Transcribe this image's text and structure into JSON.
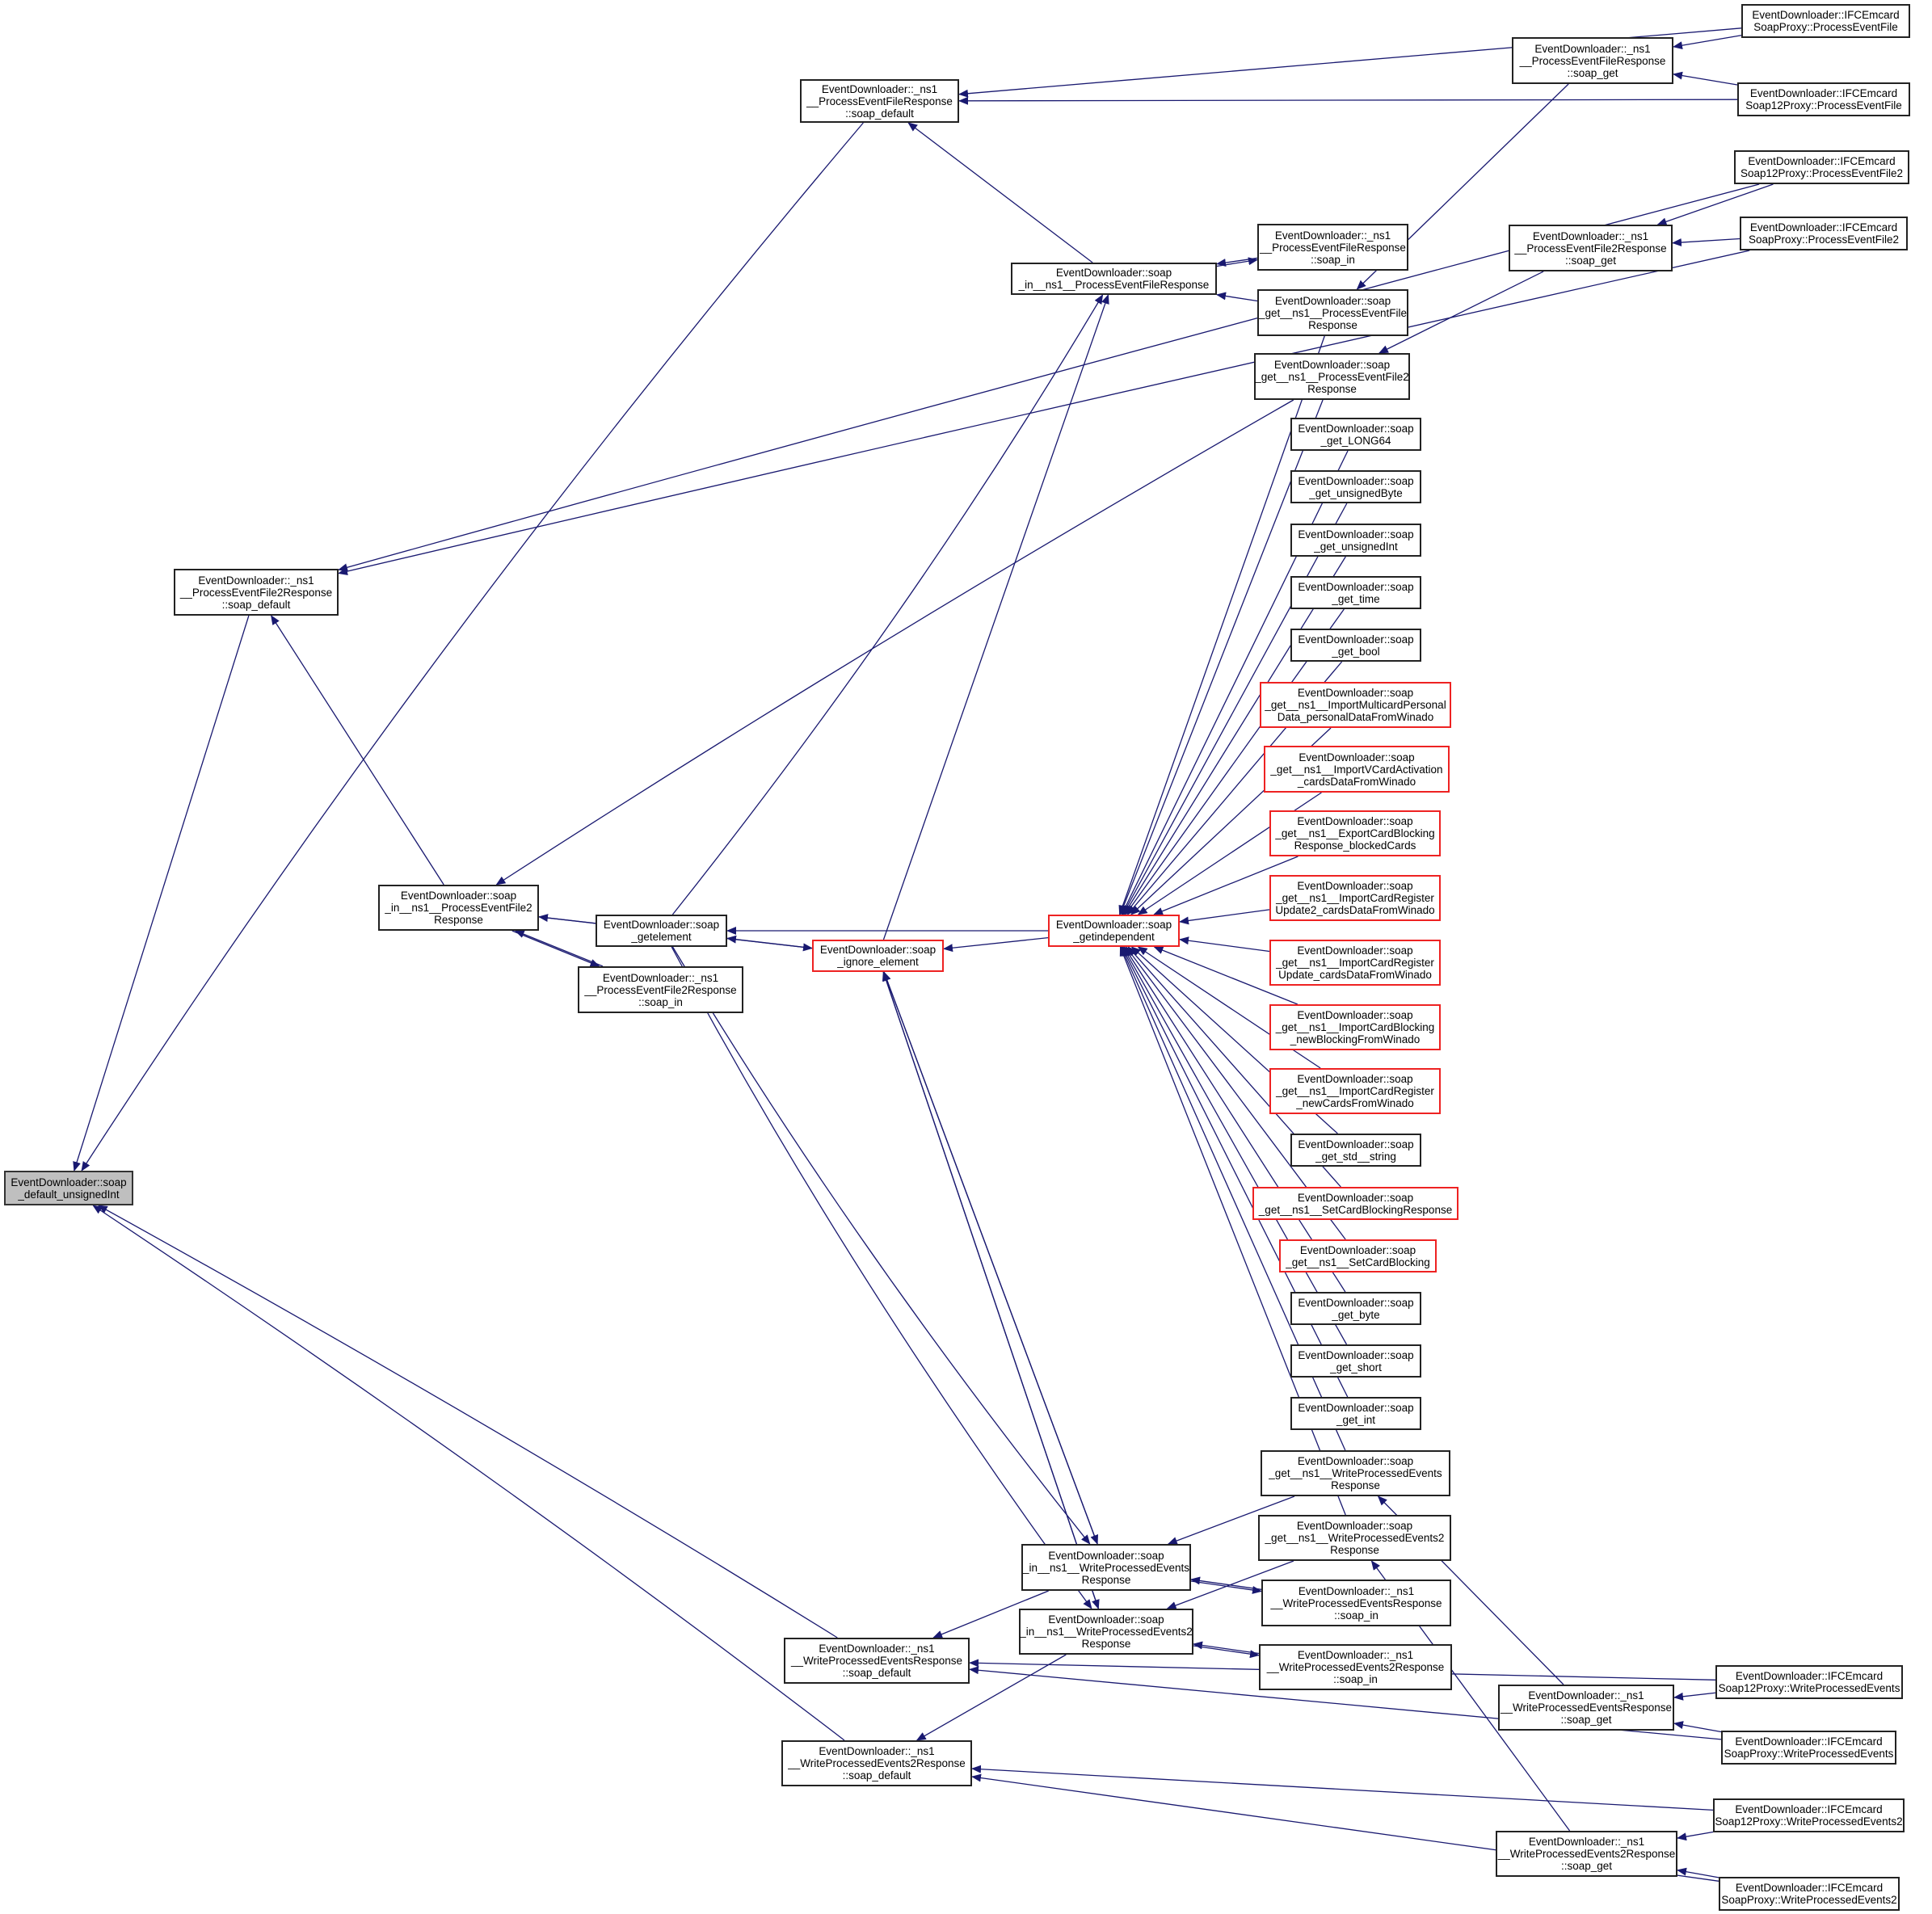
{
  "graph": {
    "title": "Caller graph: EventDownloader::soap_default_unsignedInt",
    "edge_color": "#191970",
    "colors": {
      "normal_border": "#222222",
      "truncated_border": "#ee2222",
      "root_fill": "#bfbfbf"
    },
    "nodes": [
      {
        "id": "root",
        "lines": [
          "EventDownloader::soap",
          "_default_unsignedInt"
        ],
        "style": "root"
      },
      {
        "id": "pefr_default",
        "lines": [
          "EventDownloader::_ns1",
          "__ProcessEventFileResponse",
          "::soap_default"
        ],
        "style": "normal"
      },
      {
        "id": "pef2r_default",
        "lines": [
          "EventDownloader::_ns1",
          "__ProcessEventFile2Response",
          "::soap_default"
        ],
        "style": "normal"
      },
      {
        "id": "in_pef2r",
        "lines": [
          "EventDownloader::soap",
          "_in__ns1__ProcessEventFile2",
          "Response"
        ],
        "style": "normal"
      },
      {
        "id": "getelement",
        "lines": [
          "EventDownloader::soap",
          "_getelement"
        ],
        "style": "normal"
      },
      {
        "id": "pef2r_in",
        "lines": [
          "EventDownloader::_ns1",
          "__ProcessEventFile2Response",
          "::soap_in"
        ],
        "style": "normal"
      },
      {
        "id": "ignore_element",
        "lines": [
          "EventDownloader::soap",
          "_ignore_element"
        ],
        "style": "red"
      },
      {
        "id": "getindependent",
        "lines": [
          "EventDownloader::soap",
          "_getindependent"
        ],
        "style": "red"
      },
      {
        "id": "in_pefr",
        "lines": [
          "EventDownloader::soap",
          "_in__ns1__ProcessEventFileResponse"
        ],
        "style": "normal"
      },
      {
        "id": "pefr_in",
        "lines": [
          "EventDownloader::_ns1",
          "__ProcessEventFileResponse",
          "::soap_in"
        ],
        "style": "normal"
      },
      {
        "id": "get_pefr",
        "lines": [
          "EventDownloader::soap",
          "_get__ns1__ProcessEventFile",
          "Response"
        ],
        "style": "normal"
      },
      {
        "id": "get_pef2r",
        "lines": [
          "EventDownloader::soap",
          "_get__ns1__ProcessEventFile2",
          "Response"
        ],
        "style": "normal"
      },
      {
        "id": "pefr_get",
        "lines": [
          "EventDownloader::_ns1",
          "__ProcessEventFileResponse",
          "::soap_get"
        ],
        "style": "normal"
      },
      {
        "id": "pef2r_get",
        "lines": [
          "EventDownloader::_ns1",
          "__ProcessEventFile2Response",
          "::soap_get"
        ],
        "style": "normal"
      },
      {
        "id": "proxy_pef",
        "lines": [
          "EventDownloader::IFCEmcard",
          "SoapProxy::ProcessEventFile"
        ],
        "style": "normal"
      },
      {
        "id": "proxy12_pef",
        "lines": [
          "EventDownloader::IFCEmcard",
          "Soap12Proxy::ProcessEventFile"
        ],
        "style": "normal"
      },
      {
        "id": "proxy12_pef2",
        "lines": [
          "EventDownloader::IFCEmcard",
          "Soap12Proxy::ProcessEventFile2"
        ],
        "style": "normal"
      },
      {
        "id": "proxy_pef2",
        "lines": [
          "EventDownloader::IFCEmcard",
          "SoapProxy::ProcessEventFile2"
        ],
        "style": "normal"
      },
      {
        "id": "get_long64",
        "lines": [
          "EventDownloader::soap",
          "_get_LONG64"
        ],
        "style": "normal"
      },
      {
        "id": "get_ubyte",
        "lines": [
          "EventDownloader::soap",
          "_get_unsignedByte"
        ],
        "style": "normal"
      },
      {
        "id": "get_uint",
        "lines": [
          "EventDownloader::soap",
          "_get_unsignedInt"
        ],
        "style": "normal"
      },
      {
        "id": "get_time",
        "lines": [
          "EventDownloader::soap",
          "_get_time"
        ],
        "style": "normal"
      },
      {
        "id": "get_bool",
        "lines": [
          "EventDownloader::soap",
          "_get_bool"
        ],
        "style": "normal"
      },
      {
        "id": "get_multicard",
        "lines": [
          "EventDownloader::soap",
          "_get__ns1__ImportMulticardPersonal",
          "Data_personalDataFromWinado"
        ],
        "style": "red"
      },
      {
        "id": "get_vcard",
        "lines": [
          "EventDownloader::soap",
          "_get__ns1__ImportVCardActivation",
          "_cardsDataFromWinado"
        ],
        "style": "red"
      },
      {
        "id": "get_exportblocking",
        "lines": [
          "EventDownloader::soap",
          "_get__ns1__ExportCardBlocking",
          "Response_blockedCards"
        ],
        "style": "red"
      },
      {
        "id": "get_regupd2",
        "lines": [
          "EventDownloader::soap",
          "_get__ns1__ImportCardRegister",
          "Update2_cardsDataFromWinado"
        ],
        "style": "red"
      },
      {
        "id": "get_regupd",
        "lines": [
          "EventDownloader::soap",
          "_get__ns1__ImportCardRegister",
          "Update_cardsDataFromWinado"
        ],
        "style": "red"
      },
      {
        "id": "get_newblocking",
        "lines": [
          "EventDownloader::soap",
          "_get__ns1__ImportCardBlocking",
          "_newBlockingFromWinado"
        ],
        "style": "red"
      },
      {
        "id": "get_newcards",
        "lines": [
          "EventDownloader::soap",
          "_get__ns1__ImportCardRegister",
          "_newCardsFromWinado"
        ],
        "style": "red"
      },
      {
        "id": "get_stdstring",
        "lines": [
          "EventDownloader::soap",
          "_get_std__string"
        ],
        "style": "normal"
      },
      {
        "id": "get_setblockresp",
        "lines": [
          "EventDownloader::soap",
          "_get__ns1__SetCardBlockingResponse"
        ],
        "style": "red"
      },
      {
        "id": "get_setblock",
        "lines": [
          "EventDownloader::soap",
          "_get__ns1__SetCardBlocking"
        ],
        "style": "red"
      },
      {
        "id": "get_byte",
        "lines": [
          "EventDownloader::soap",
          "_get_byte"
        ],
        "style": "normal"
      },
      {
        "id": "get_short",
        "lines": [
          "EventDownloader::soap",
          "_get_short"
        ],
        "style": "normal"
      },
      {
        "id": "get_int",
        "lines": [
          "EventDownloader::soap",
          "_get_int"
        ],
        "style": "normal"
      },
      {
        "id": "get_wper",
        "lines": [
          "EventDownloader::soap",
          "_get__ns1__WriteProcessedEvents",
          "Response"
        ],
        "style": "normal"
      },
      {
        "id": "get_wpe2r",
        "lines": [
          "EventDownloader::soap",
          "_get__ns1__WriteProcessedEvents2",
          "Response"
        ],
        "style": "normal"
      },
      {
        "id": "in_wper",
        "lines": [
          "EventDownloader::soap",
          "_in__ns1__WriteProcessedEvents",
          "Response"
        ],
        "style": "normal"
      },
      {
        "id": "wper_in",
        "lines": [
          "EventDownloader::_ns1",
          "__WriteProcessedEventsResponse",
          "::soap_in"
        ],
        "style": "normal"
      },
      {
        "id": "in_wpe2r",
        "lines": [
          "EventDownloader::soap",
          "_in__ns1__WriteProcessedEvents2",
          "Response"
        ],
        "style": "normal"
      },
      {
        "id": "wpe2r_in",
        "lines": [
          "EventDownloader::_ns1",
          "__WriteProcessedEvents2Response",
          "::soap_in"
        ],
        "style": "normal"
      },
      {
        "id": "wper_default",
        "lines": [
          "EventDownloader::_ns1",
          "__WriteProcessedEventsResponse",
          "::soap_default"
        ],
        "style": "normal"
      },
      {
        "id": "wpe2r_default",
        "lines": [
          "EventDownloader::_ns1",
          "__WriteProcessedEvents2Response",
          "::soap_default"
        ],
        "style": "normal"
      },
      {
        "id": "wper_get",
        "lines": [
          "EventDownloader::_ns1",
          "__WriteProcessedEventsResponse",
          "::soap_get"
        ],
        "style": "normal"
      },
      {
        "id": "wpe2r_get",
        "lines": [
          "EventDownloader::_ns1",
          "__WriteProcessedEvents2Response",
          "::soap_get"
        ],
        "style": "normal"
      },
      {
        "id": "proxy12_wpe",
        "lines": [
          "EventDownloader::IFCEmcard",
          "Soap12Proxy::WriteProcessedEvents"
        ],
        "style": "normal"
      },
      {
        "id": "proxy_wpe",
        "lines": [
          "EventDownloader::IFCEmcard",
          "SoapProxy::WriteProcessedEvents"
        ],
        "style": "normal"
      },
      {
        "id": "proxy12_wpe2",
        "lines": [
          "EventDownloader::IFCEmcard",
          "Soap12Proxy::WriteProcessedEvents2"
        ],
        "style": "normal"
      },
      {
        "id": "proxy_wpe2",
        "lines": [
          "EventDownloader::IFCEmcard",
          "SoapProxy::WriteProcessedEvents2"
        ],
        "style": "normal"
      }
    ],
    "edges": [
      [
        "pefr_default",
        "root"
      ],
      [
        "pef2r_default",
        "root"
      ],
      [
        "wper_default",
        "root"
      ],
      [
        "wpe2r_default",
        "root"
      ],
      [
        "proxy_pef",
        "pefr_default"
      ],
      [
        "proxy12_pef",
        "pefr_default"
      ],
      [
        "in_pefr",
        "pefr_default"
      ],
      [
        "proxy_pef",
        "pefr_get"
      ],
      [
        "proxy12_pef",
        "pefr_get"
      ],
      [
        "proxy12_pef2",
        "pef2r_default"
      ],
      [
        "proxy_pef2",
        "pef2r_default"
      ],
      [
        "in_pef2r",
        "pef2r_default"
      ],
      [
        "proxy12_pef2",
        "pef2r_get"
      ],
      [
        "proxy_pef2",
        "pef2r_get"
      ],
      [
        "pefr_in",
        "in_pefr"
      ],
      [
        "in_pefr",
        "pefr_in"
      ],
      [
        "get_pefr",
        "in_pefr"
      ],
      [
        "pefr_get",
        "get_pefr"
      ],
      [
        "pef2r_get",
        "get_pef2r"
      ],
      [
        "get_pef2r",
        "in_pef2r"
      ],
      [
        "getelement",
        "in_pef2r"
      ],
      [
        "pef2r_in",
        "in_pef2r"
      ],
      [
        "in_pef2r",
        "pef2r_in"
      ],
      [
        "getelement",
        "in_pefr"
      ],
      [
        "ignore_element",
        "in_pefr"
      ],
      [
        "in_pef2r",
        "ignore_element"
      ],
      [
        "ignore_element",
        "getelement"
      ],
      [
        "getindependent",
        "getelement"
      ],
      [
        "getindependent",
        "ignore_element"
      ],
      [
        "get_pefr",
        "getindependent"
      ],
      [
        "get_pef2r",
        "getindependent"
      ],
      [
        "get_long64",
        "getindependent"
      ],
      [
        "get_ubyte",
        "getindependent"
      ],
      [
        "get_uint",
        "getindependent"
      ],
      [
        "get_time",
        "getindependent"
      ],
      [
        "get_bool",
        "getindependent"
      ],
      [
        "get_multicard",
        "getindependent"
      ],
      [
        "get_vcard",
        "getindependent"
      ],
      [
        "get_exportblocking",
        "getindependent"
      ],
      [
        "get_regupd2",
        "getindependent"
      ],
      [
        "get_regupd",
        "getindependent"
      ],
      [
        "get_newblocking",
        "getindependent"
      ],
      [
        "get_newcards",
        "getindependent"
      ],
      [
        "get_stdstring",
        "getindependent"
      ],
      [
        "get_setblockresp",
        "getindependent"
      ],
      [
        "get_setblock",
        "getindependent"
      ],
      [
        "get_byte",
        "getindependent"
      ],
      [
        "get_short",
        "getindependent"
      ],
      [
        "get_int",
        "getindependent"
      ],
      [
        "get_wper",
        "getindependent"
      ],
      [
        "get_wpe2r",
        "getindependent"
      ],
      [
        "getelement",
        "in_wper"
      ],
      [
        "getelement",
        "in_wpe2r"
      ],
      [
        "ignore_element",
        "in_wper"
      ],
      [
        "ignore_element",
        "in_wpe2r"
      ],
      [
        "in_wper",
        "ignore_element"
      ],
      [
        "in_wpe2r",
        "ignore_element"
      ],
      [
        "get_wper",
        "in_wper"
      ],
      [
        "get_wpe2r",
        "in_wpe2r"
      ],
      [
        "wper_in",
        "in_wper"
      ],
      [
        "in_wper",
        "wper_in"
      ],
      [
        "wpe2r_in",
        "in_wpe2r"
      ],
      [
        "in_wpe2r",
        "wpe2r_in"
      ],
      [
        "in_wper",
        "wper_default"
      ],
      [
        "in_wpe2r",
        "wpe2r_default"
      ],
      [
        "proxy12_wpe",
        "wper_default"
      ],
      [
        "proxy_wpe",
        "wper_default"
      ],
      [
        "proxy12_wpe2",
        "wpe2r_default"
      ],
      [
        "proxy_wpe2",
        "wpe2r_default"
      ],
      [
        "wper_get",
        "get_wper"
      ],
      [
        "wpe2r_get",
        "get_wpe2r"
      ],
      [
        "proxy12_wpe",
        "wper_get"
      ],
      [
        "proxy_wpe",
        "wper_get"
      ],
      [
        "proxy12_wpe2",
        "wpe2r_get"
      ],
      [
        "proxy_wpe2",
        "wpe2r_get"
      ]
    ]
  }
}
